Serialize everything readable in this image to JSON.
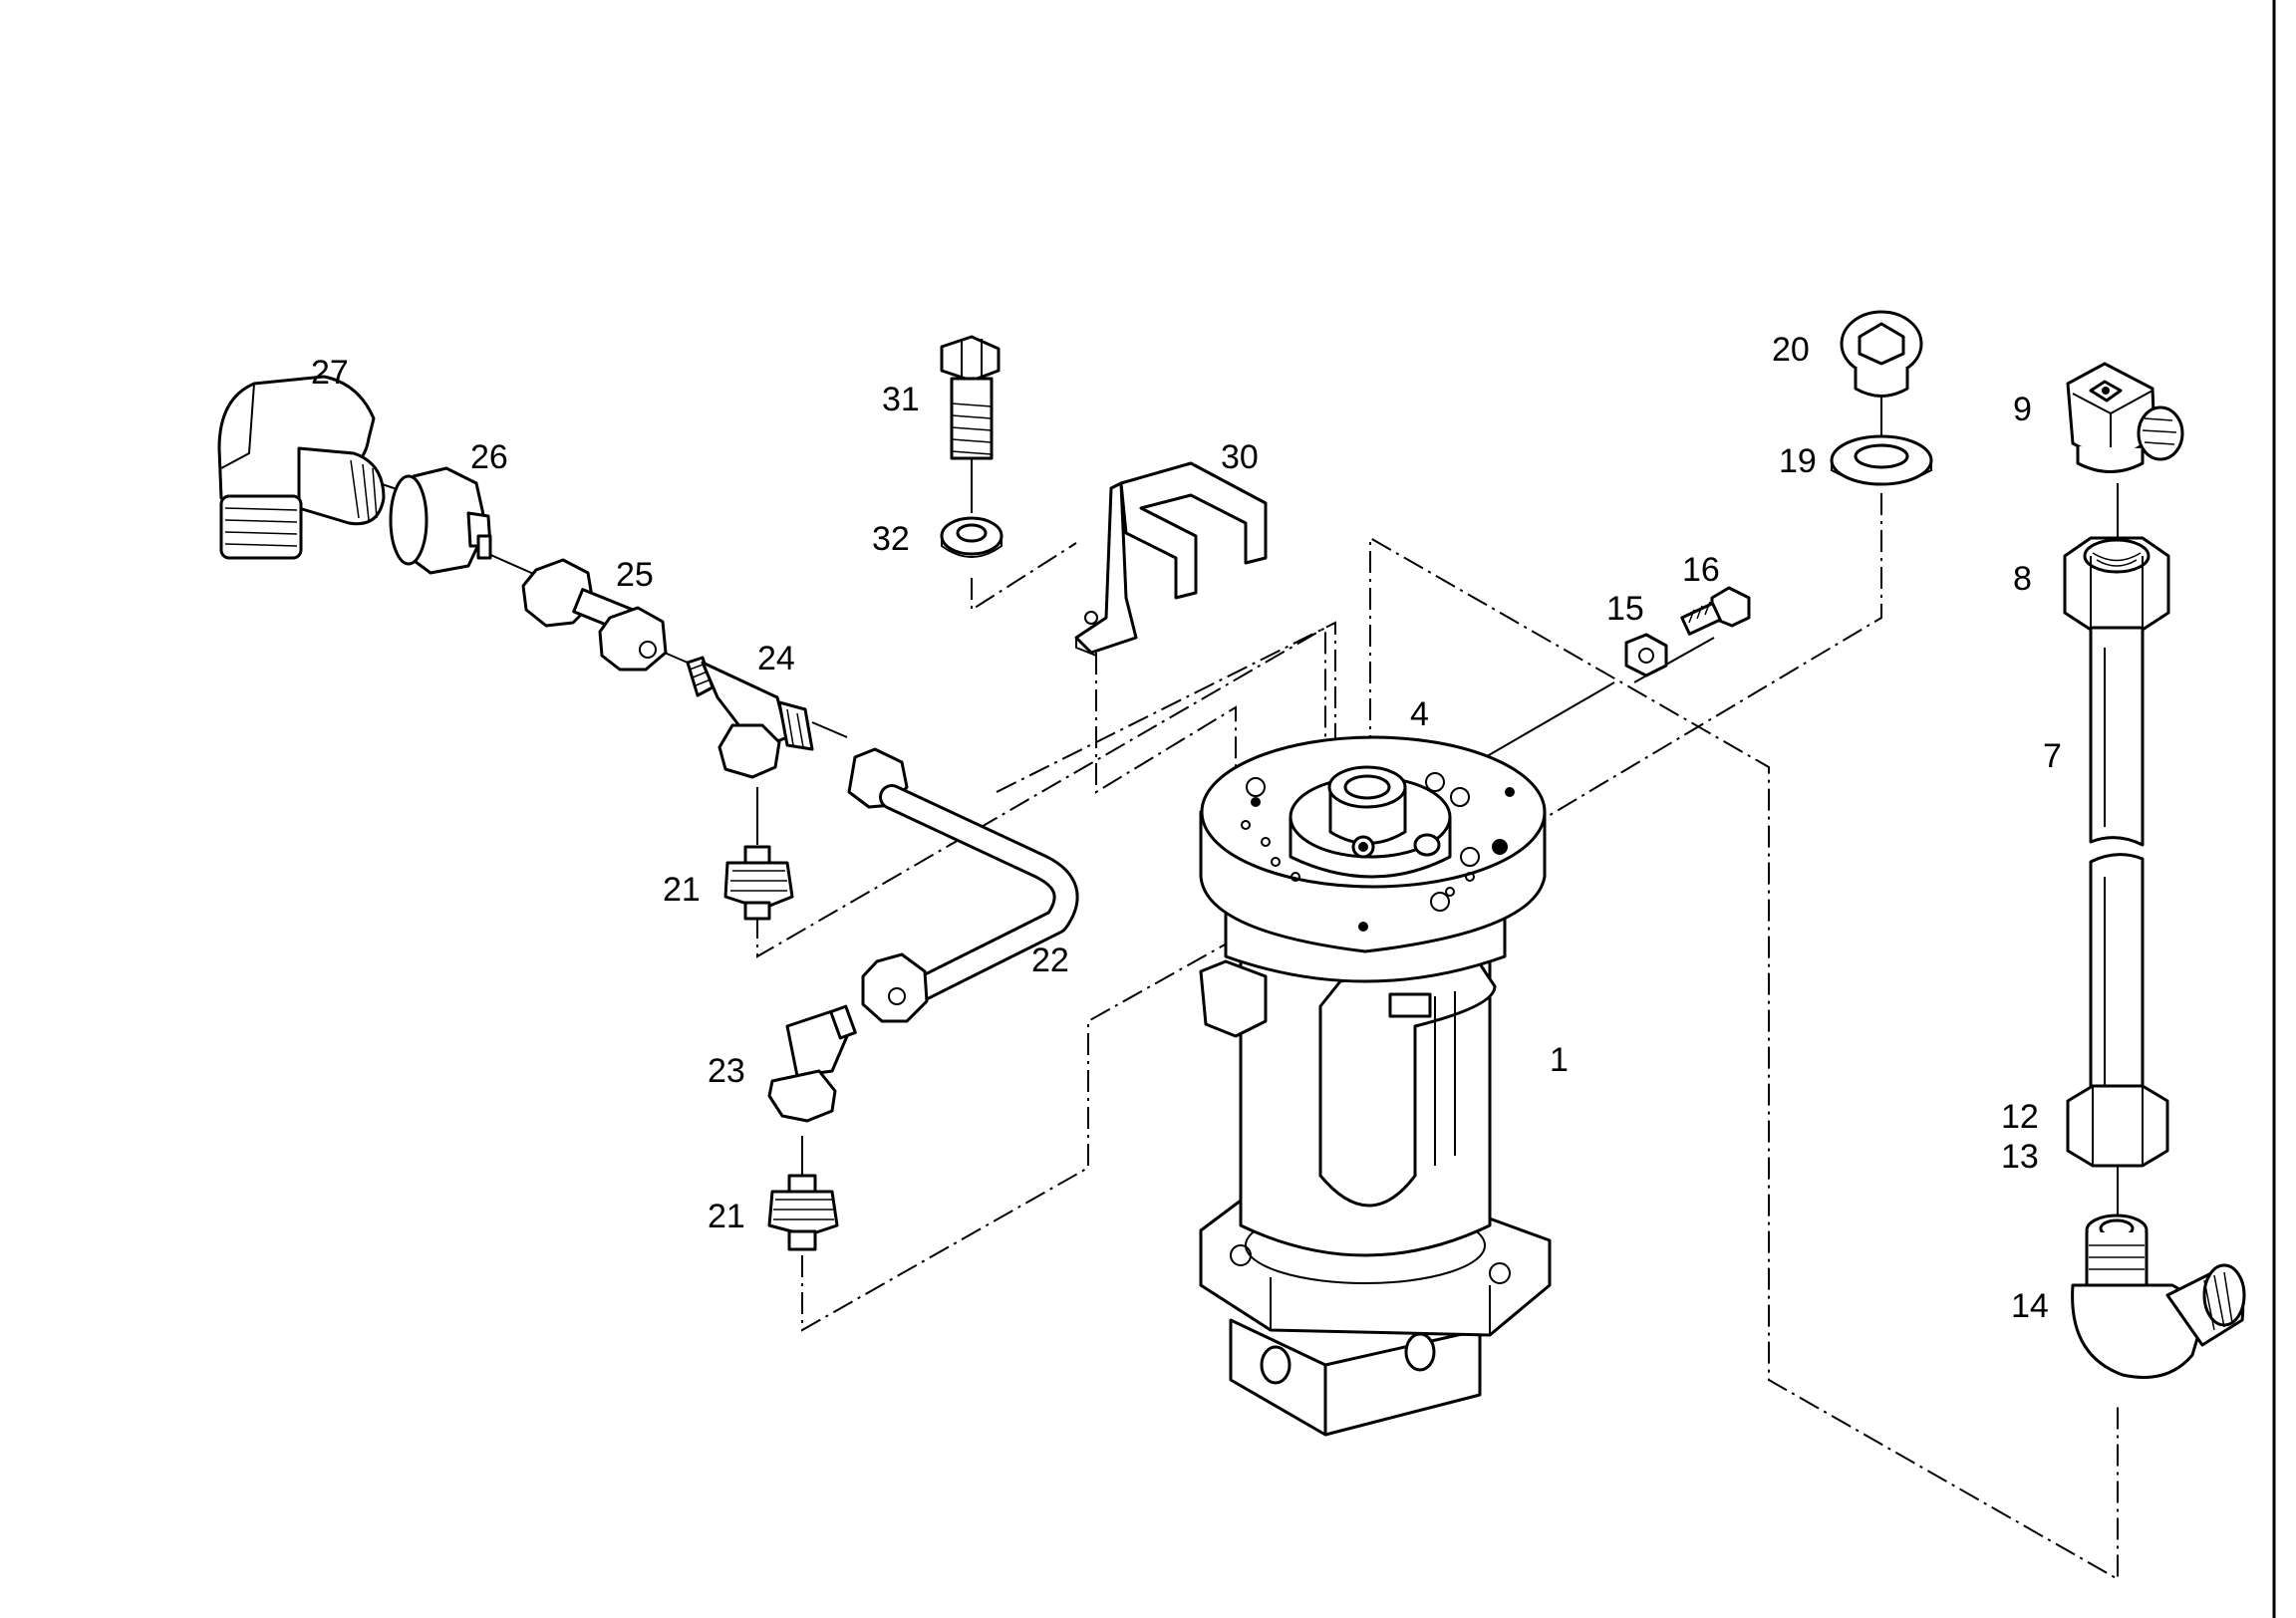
{
  "diagram": {
    "type": "exploded-parts-drawing",
    "callouts": {
      "p1": "1",
      "p4": "4",
      "p7": "7",
      "p8": "8",
      "p9": "9",
      "p12": "12",
      "p13": "13",
      "p14": "14",
      "p15": "15",
      "p16": "16",
      "p19": "19",
      "p20": "20",
      "p21a": "21",
      "p21b": "21",
      "p22": "22",
      "p23": "23",
      "p24": "24",
      "p25": "25",
      "p26": "26",
      "p27": "27",
      "p30": "30",
      "p31": "31",
      "p32": "32"
    },
    "colors": {
      "ink": "#000000",
      "paper": "#ffffff"
    }
  }
}
